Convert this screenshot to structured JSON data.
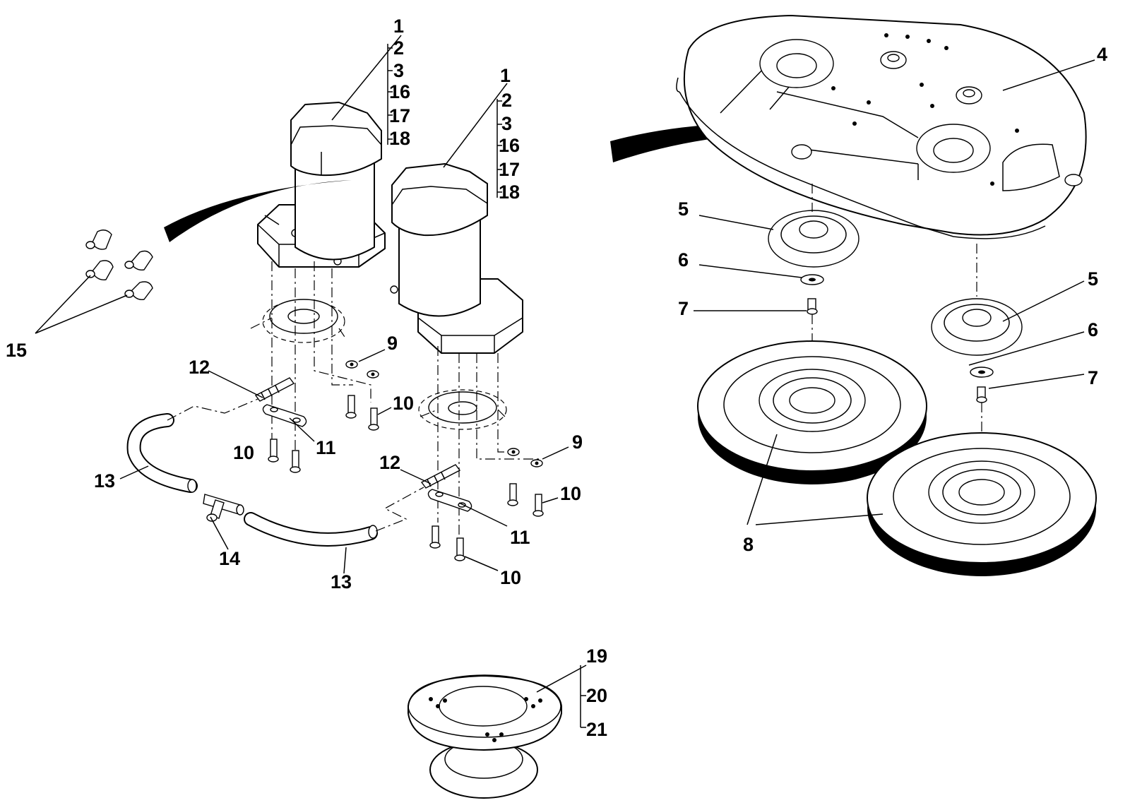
{
  "callouts": [
    {
      "id": "c1a",
      "text": "1"
    },
    {
      "id": "c2a",
      "text": "2"
    },
    {
      "id": "c3a",
      "text": "3"
    },
    {
      "id": "c16a",
      "text": "16"
    },
    {
      "id": "c17a",
      "text": "17"
    },
    {
      "id": "c18a",
      "text": "18"
    },
    {
      "id": "c1b",
      "text": "1"
    },
    {
      "id": "c2b",
      "text": "2"
    },
    {
      "id": "c3b",
      "text": "3"
    },
    {
      "id": "c16b",
      "text": "16"
    },
    {
      "id": "c17b",
      "text": "17"
    },
    {
      "id": "c18b",
      "text": "18"
    },
    {
      "id": "c4",
      "text": "4"
    },
    {
      "id": "c5a",
      "text": "5"
    },
    {
      "id": "c6a",
      "text": "6"
    },
    {
      "id": "c7a",
      "text": "7"
    },
    {
      "id": "c5b",
      "text": "5"
    },
    {
      "id": "c6b",
      "text": "6"
    },
    {
      "id": "c7b",
      "text": "7"
    },
    {
      "id": "c8",
      "text": "8"
    },
    {
      "id": "c9a",
      "text": "9"
    },
    {
      "id": "c9b",
      "text": "9"
    },
    {
      "id": "c10a",
      "text": "10"
    },
    {
      "id": "c10b",
      "text": "10"
    },
    {
      "id": "c10c",
      "text": "10"
    },
    {
      "id": "c10d",
      "text": "10"
    },
    {
      "id": "c11a",
      "text": "11"
    },
    {
      "id": "c11b",
      "text": "11"
    },
    {
      "id": "c12a",
      "text": "12"
    },
    {
      "id": "c12b",
      "text": "12"
    },
    {
      "id": "c13a",
      "text": "13"
    },
    {
      "id": "c13b",
      "text": "13"
    },
    {
      "id": "c14",
      "text": "14"
    },
    {
      "id": "c15",
      "text": "15"
    },
    {
      "id": "c19",
      "text": "19"
    },
    {
      "id": "c20",
      "text": "20"
    },
    {
      "id": "c21",
      "text": "21"
    }
  ]
}
